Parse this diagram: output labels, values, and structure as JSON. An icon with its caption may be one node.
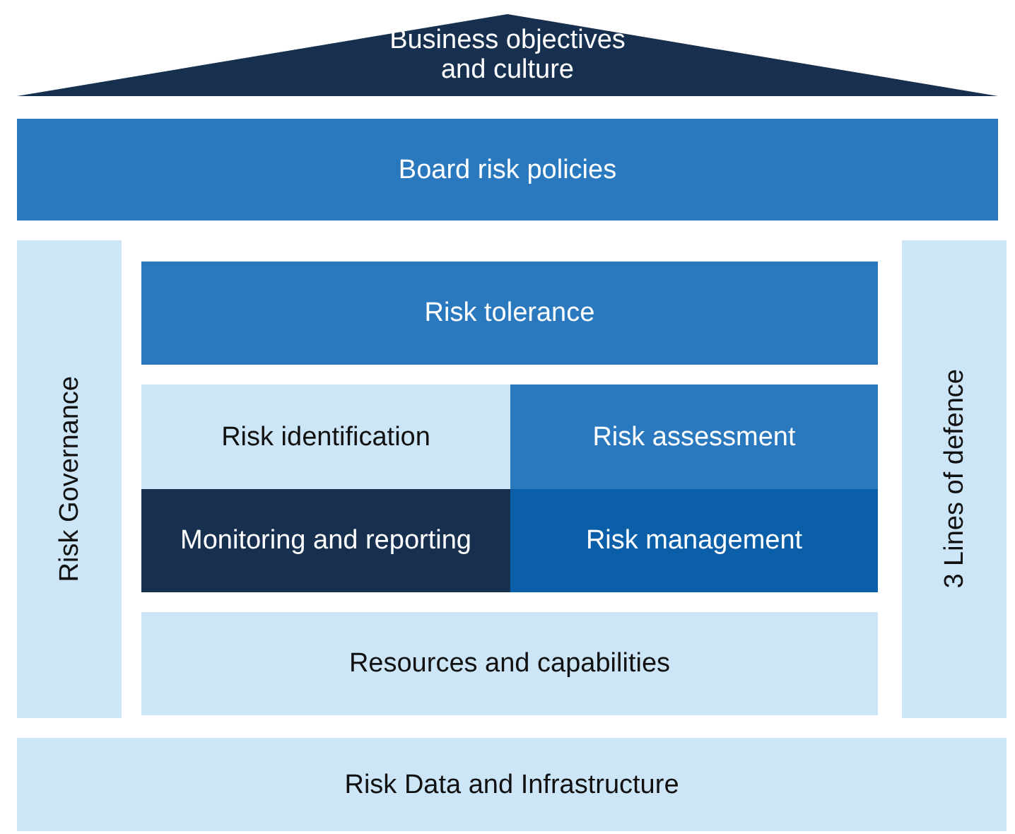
{
  "diagram": {
    "nodes": [
      {
        "text": [
          "Business objectives and culture"
        ]
      },
      {
        "text": [
          "Board risk policies"
        ]
      },
      {
        "text": [
          "Risk Governance"
        ]
      },
      {
        "text": [
          "Risk tolerance"
        ]
      },
      {
        "text": [
          "Risk identification"
        ]
      },
      {
        "text": [
          "Risk assessment"
        ]
      },
      {
        "text": [
          "Monitoring and reporting"
        ]
      },
      {
        "text": [
          "Risk management"
        ]
      },
      {
        "text": [
          "Resources and capabilities"
        ]
      },
      {
        "text": [
          "3 Lines of defence"
        ]
      },
      {
        "text": [
          "Risk Data and Infrastructure"
        ]
      }
    ]
  }
}
